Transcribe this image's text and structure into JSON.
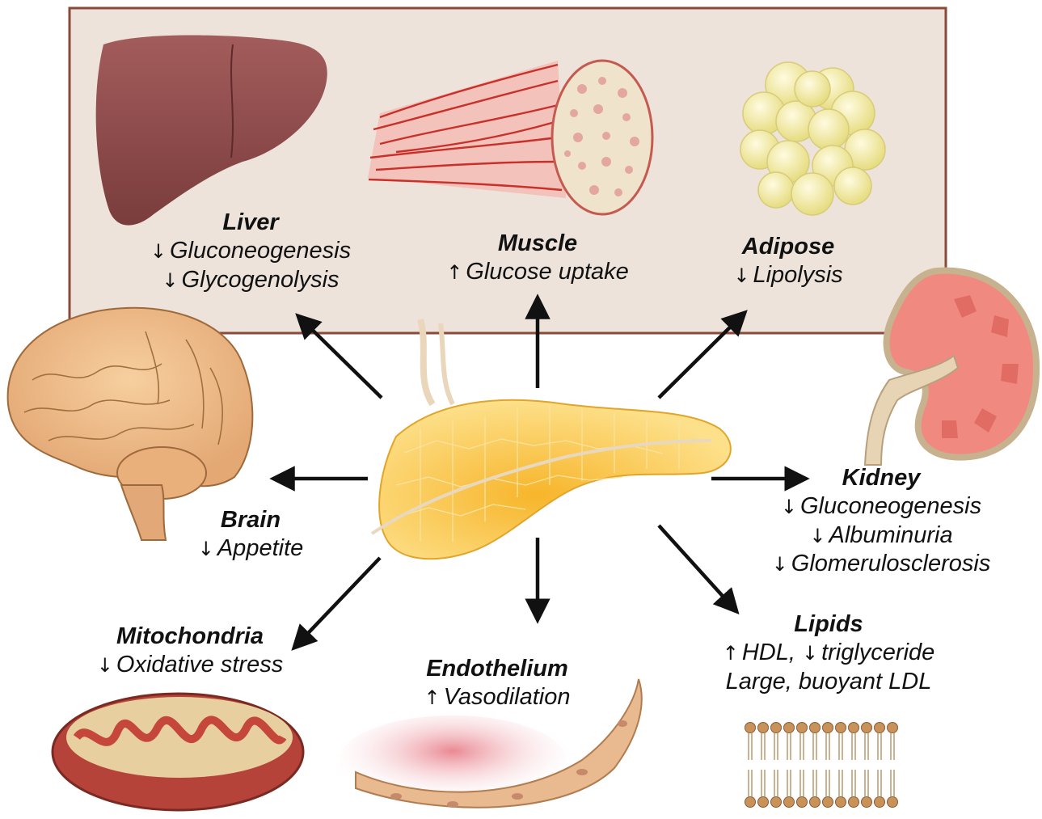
{
  "organs": {
    "liver": {
      "title": "Liver",
      "lines": [
        {
          "arrow": "↓",
          "text": "Gluconeogenesis"
        },
        {
          "arrow": "↓",
          "text": "Glycogenolysis"
        }
      ]
    },
    "muscle": {
      "title": "Muscle",
      "lines": [
        {
          "arrow": "↑",
          "text": "Glucose uptake"
        }
      ]
    },
    "adipose": {
      "title": "Adipose",
      "lines": [
        {
          "arrow": "↓",
          "text": "Lipolysis"
        }
      ]
    },
    "brain": {
      "title": "Brain",
      "lines": [
        {
          "arrow": "↓",
          "text": "Appetite"
        }
      ]
    },
    "kidney": {
      "title": "Kidney",
      "lines": [
        {
          "arrow": "↓",
          "text": "Gluconeogenesis"
        },
        {
          "arrow": "↓",
          "text": "Albuminuria"
        },
        {
          "arrow": "↓",
          "text": "Glomerulosclerosis"
        }
      ]
    },
    "mitochondria": {
      "title": "Mitochondria",
      "lines": [
        {
          "arrow": "↓",
          "text": "Oxidative stress"
        }
      ]
    },
    "endothelium": {
      "title": "Endothelium",
      "lines": [
        {
          "arrow": "↑",
          "text": "Vasodilation"
        }
      ]
    },
    "lipids": {
      "title": "Lipids",
      "line1": {
        "arrow1": "↑",
        "text1": "HDL,",
        "arrow2": "↓",
        "text2": "triglyceride"
      },
      "line2": "Large, buoyant LDL"
    }
  },
  "colors": {
    "panel_fill": "#ede3da",
    "panel_border": "#8a4a3a",
    "arrow": "#111111",
    "liver": "#8e4a4a",
    "muscle": "#d9534f",
    "adipose": "#f5eeb2",
    "pancreas": "#f3c44a",
    "brain": "#eebb8a",
    "kidney": "#f08a80",
    "mitochondria": "#b5433a",
    "endothelium": "#e9b990",
    "lipid_head": "#c9925a"
  }
}
